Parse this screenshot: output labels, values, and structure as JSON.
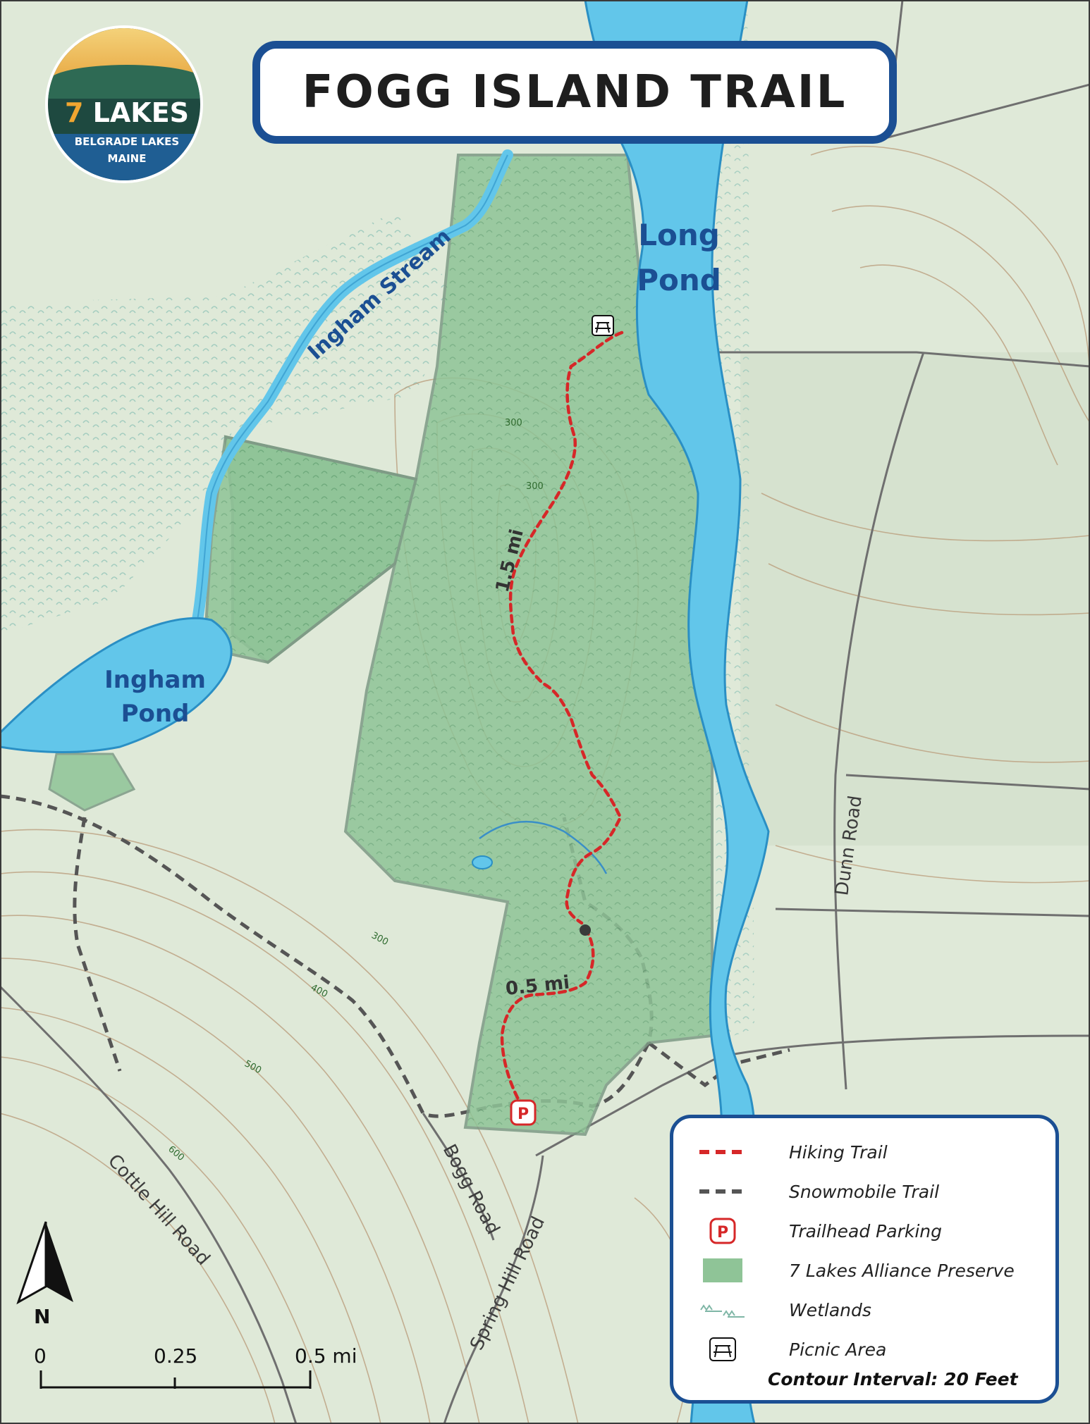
{
  "title": "FOGG ISLAND TRAIL",
  "logo": {
    "number": "7",
    "word": "LAKES",
    "line1": "BELGRADE LAKES",
    "line2": "MAINE"
  },
  "water_labels": {
    "long_pond_line1": "Long",
    "long_pond_line2": "Pond",
    "ingham_pond_line1": "Ingham",
    "ingham_pond_line2": "Pond",
    "ingham_stream": "Ingham Stream"
  },
  "road_labels": {
    "dunn_road": "Dunn Road",
    "bogg_road": "Bogg Road",
    "spring_hill_road": "Spring Hill Road",
    "cottle_hill_road": "Cottle Hill Road"
  },
  "trail_labels": {
    "segment_long": "1.5 mi",
    "segment_short": "0.5 mi",
    "parking_symbol": "P"
  },
  "contour_labels": [
    "300",
    "300",
    "300",
    "400",
    "500",
    "600"
  ],
  "legend": {
    "items": [
      {
        "id": "hiking-trail",
        "label": "Hiking Trail",
        "color": "#d62728"
      },
      {
        "id": "snowmobile-trail",
        "label": "Snowmobile Trail",
        "color": "#555555"
      },
      {
        "id": "trailhead-parking",
        "label": "Trailhead Parking",
        "color": "#d62728"
      },
      {
        "id": "preserve",
        "label": "7 Lakes Alliance Preserve",
        "color": "#8fc497"
      },
      {
        "id": "wetlands",
        "label": "Wetlands",
        "color": "#7fb6a6"
      },
      {
        "id": "picnic-area",
        "label": "Picnic Area",
        "color": "#111111"
      }
    ],
    "note": "Contour Interval: 20 Feet"
  },
  "north_arrow": {
    "label": "N"
  },
  "scale_bar": {
    "labels": [
      "0",
      "0.25",
      "0.5 mi"
    ]
  },
  "colors": {
    "land": "#dfe9d8",
    "water": "#62c6ea",
    "water_edge": "#2a8fc4",
    "preserve": "#8fc497",
    "frame": "#1b4f93",
    "trail": "#d62728",
    "snowmobile": "#555555",
    "road": "#6f6f6f"
  },
  "icons": [
    "picnic-table-icon",
    "parking-icon",
    "north-arrow-icon",
    "trailhead-marker-icon",
    "wetland-icon"
  ]
}
